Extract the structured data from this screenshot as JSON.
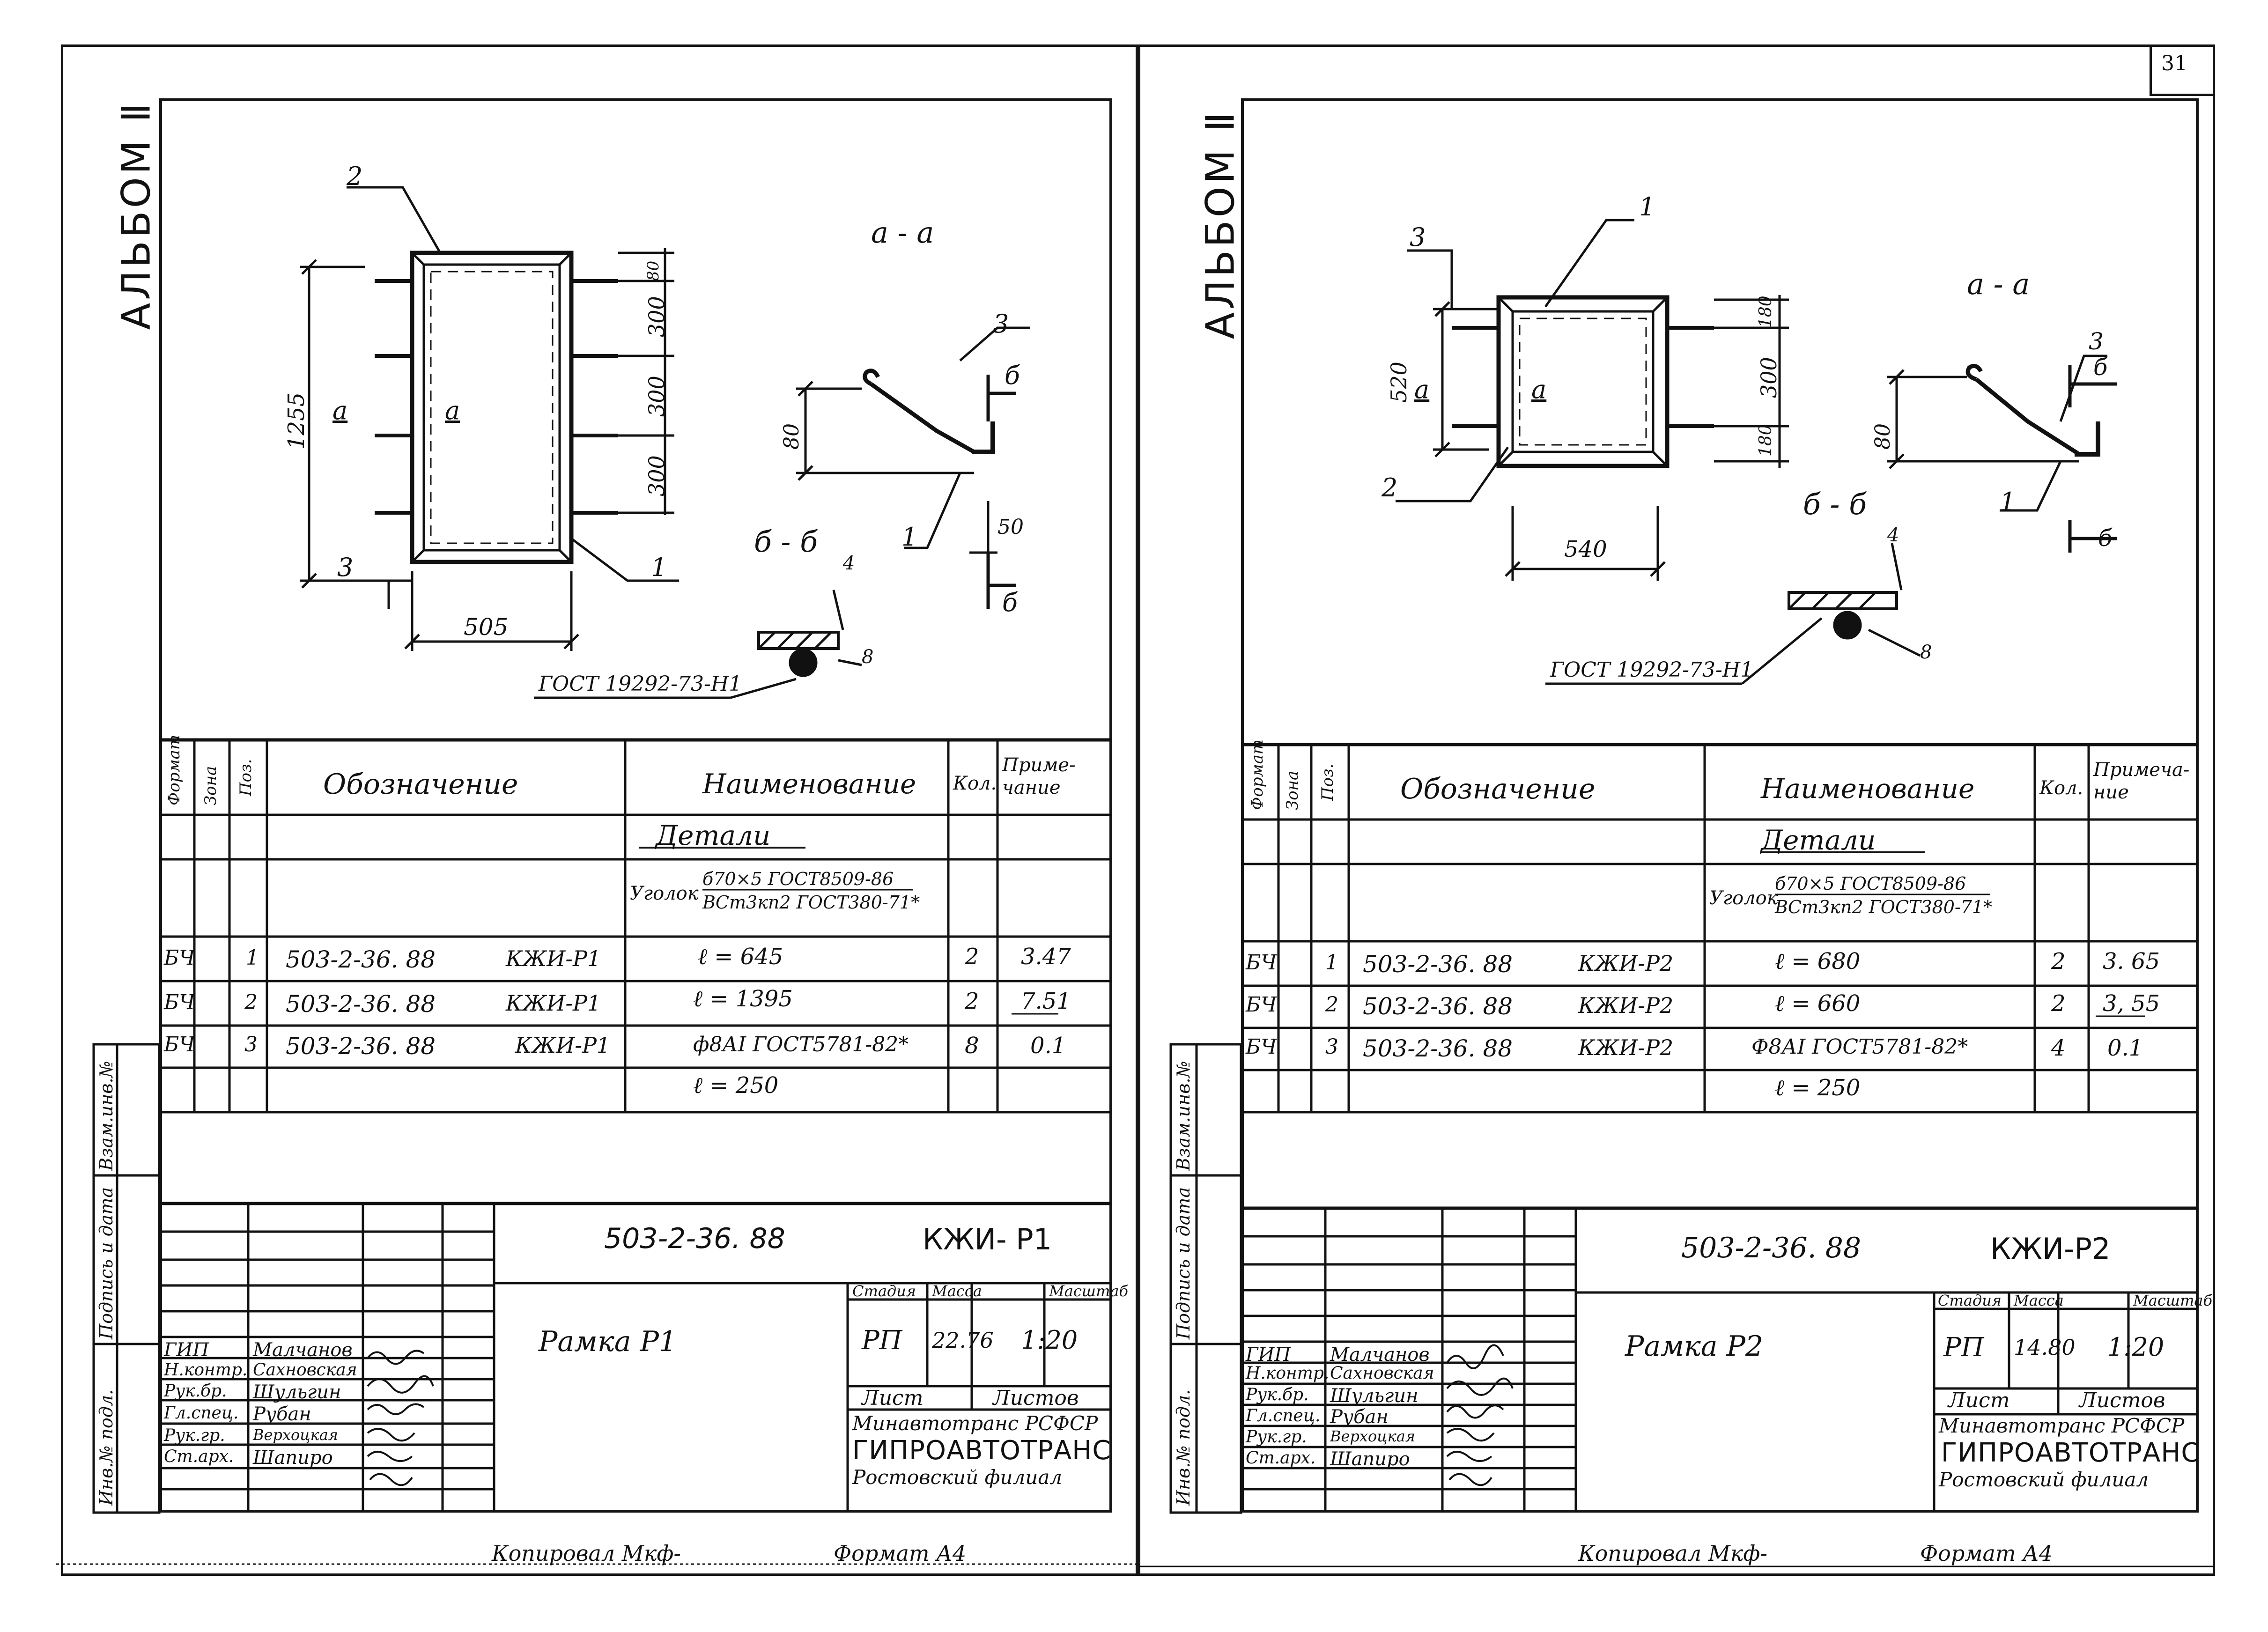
{
  "page_number": "31",
  "left": {
    "album": "АЛЬБОМ Ⅱ",
    "drawing": {
      "section_aa": "а - а",
      "section_bb": "б - б",
      "dim_1255": "1255",
      "dim_505": "505",
      "dim_300a": "300",
      "dim_300b": "300",
      "dim_300c": "300",
      "dim_80top": "80",
      "dim_80": "80",
      "dim_50": "50",
      "dim_4": "4",
      "dim_8": "8",
      "label_2": "2",
      "label_3": "3",
      "label_1": "1",
      "label_3b": "3",
      "label_1b": "1",
      "label_b1": "б",
      "label_b2": "б",
      "label_a1": "а",
      "label_a2": "а",
      "gost_weld": "ГОСТ 19292-73-Н1"
    },
    "spec": {
      "headers": {
        "format": "Формат",
        "zone": "Зона",
        "pos": "Поз.",
        "designation": "Обозначение",
        "name": "Наименование",
        "qty": "Кол.",
        "note": "Приме-чание"
      },
      "section_title": "Детали",
      "angle_prefix": "Уголок",
      "angle_num": "б70×5 ГОСТ8509-86",
      "angle_den": "ВСт3кп2 ГОСТ380-71*",
      "rows": [
        {
          "format": "БЧ",
          "pos": "1",
          "code": "503-2-36. 88",
          "mark": "КЖИ-Р1",
          "name": "ℓ = 645",
          "qty": "2",
          "note": "3.47"
        },
        {
          "format": "БЧ",
          "pos": "2",
          "code": "503-2-36. 88",
          "mark": "КЖИ-Р1",
          "name": "ℓ = 1395",
          "qty": "2",
          "note": "7.51"
        },
        {
          "format": "БЧ",
          "pos": "3",
          "code": "503-2-36. 88",
          "mark": "КЖИ-Р1",
          "name": "ф8АI ГОСТ5781-82*",
          "qty": "8",
          "note": "0.1"
        }
      ],
      "extra_row": "ℓ = 250"
    },
    "title_block": {
      "code": "503-2-36. 88",
      "mark": "КЖИ- Р1",
      "name": "Рамка Р1",
      "stage_label": "Стадия",
      "mass_label": "Масса",
      "scale_label": "Масштаб",
      "stage": "РП",
      "mass": "22.76",
      "scale": "1:20",
      "sheet_label": "Лист",
      "sheets_label": "Листов",
      "org1": "Минавтотранс РСФСР",
      "org2": "ГИПРОАВТОТРАНС",
      "org3": "Ростовский филиал",
      "people": [
        {
          "role": "ГИП",
          "name": "Малчанов"
        },
        {
          "role": "Н.контр.",
          "name": "Сахновская"
        },
        {
          "role": "Рук.бр.",
          "name": "Шульгин"
        },
        {
          "role": "Гл.спец.",
          "name": "Рубан"
        },
        {
          "role": "Рук.гр.",
          "name": "Верхоцкая"
        },
        {
          "role": "Ст.арх.",
          "name": "Шапиро"
        }
      ]
    },
    "side_stamp": {
      "inv": "Инв.№ подл.",
      "sign": "Подпись и дата",
      "vzam": "Взам.инв.№"
    },
    "footer_copied": "Копировал Мкф-",
    "footer_format": "Формат А4"
  },
  "right": {
    "album": "АЛЬБОМ Ⅱ",
    "drawing": {
      "section_aa": "а - а",
      "section_bb": "б - б",
      "dim_520": "520",
      "dim_540": "540",
      "dim_180a": "180",
      "dim_300": "300",
      "dim_180b": "180",
      "dim_80": "80",
      "dim_4": "4",
      "dim_8": "8",
      "label_1": "1",
      "label_2": "2",
      "label_3": "3",
      "label_3b": "3",
      "label_1b": "1",
      "label_b1": "б",
      "label_b2": "б",
      "label_a1": "а",
      "label_a2": "а",
      "gost_weld": "ГОСТ 19292-73-Н1"
    },
    "spec": {
      "headers": {
        "format": "Формат",
        "zone": "Зона",
        "pos": "Поз.",
        "designation": "Обозначение",
        "name": "Наименование",
        "qty": "Кол.",
        "note": "Примеча-ние"
      },
      "section_title": "Детали",
      "angle_prefix": "Уголок",
      "angle_num": "б70×5 ГОСТ8509-86",
      "angle_den": "ВСт3кп2 ГОСТ380-71*",
      "rows": [
        {
          "format": "БЧ",
          "pos": "1",
          "code": "503-2-36. 88",
          "mark": "КЖИ-Р2",
          "name": "ℓ = 680",
          "qty": "2",
          "note": "3. 65"
        },
        {
          "format": "БЧ",
          "pos": "2",
          "code": "503-2-36. 88",
          "mark": "КЖИ-Р2",
          "name": "ℓ = 660",
          "qty": "2",
          "note": "3, 55"
        },
        {
          "format": "БЧ",
          "pos": "3",
          "code": "503-2-36. 88",
          "mark": "КЖИ-Р2",
          "name": "Ф8АI ГОСТ5781-82*",
          "qty": "4",
          "note": "0.1"
        }
      ],
      "extra_row": "ℓ = 250"
    },
    "title_block": {
      "code": "503-2-36. 88",
      "mark": "КЖИ-Р2",
      "name": "Рамка Р2",
      "stage_label": "Стадия",
      "mass_label": "Масса",
      "scale_label": "Масштаб",
      "stage": "РП",
      "mass": "14.80",
      "scale": "1:20",
      "sheet_label": "Лист",
      "sheets_label": "Листов",
      "org1": "Минавтотранс РСФСР",
      "org2": "ГИПРОАВТОТРАНС",
      "org3": "Ростовский филиал",
      "people": [
        {
          "role": "ГИП",
          "name": "Малчанов"
        },
        {
          "role": "Н.контр.",
          "name": "Сахновская"
        },
        {
          "role": "Рук.бр.",
          "name": "Шульгин"
        },
        {
          "role": "Гл.спец.",
          "name": "Рубан"
        },
        {
          "role": "Рук.гр.",
          "name": "Верхоцкая"
        },
        {
          "role": "Ст.арх.",
          "name": "Шапиро"
        }
      ]
    },
    "side_stamp": {
      "inv": "Инв.№ подл.",
      "sign": "Подпись и дата",
      "vzam": "Взам.инв.№"
    },
    "footer_copied": "Копировал Мкф-",
    "footer_format": "Формат А4"
  }
}
